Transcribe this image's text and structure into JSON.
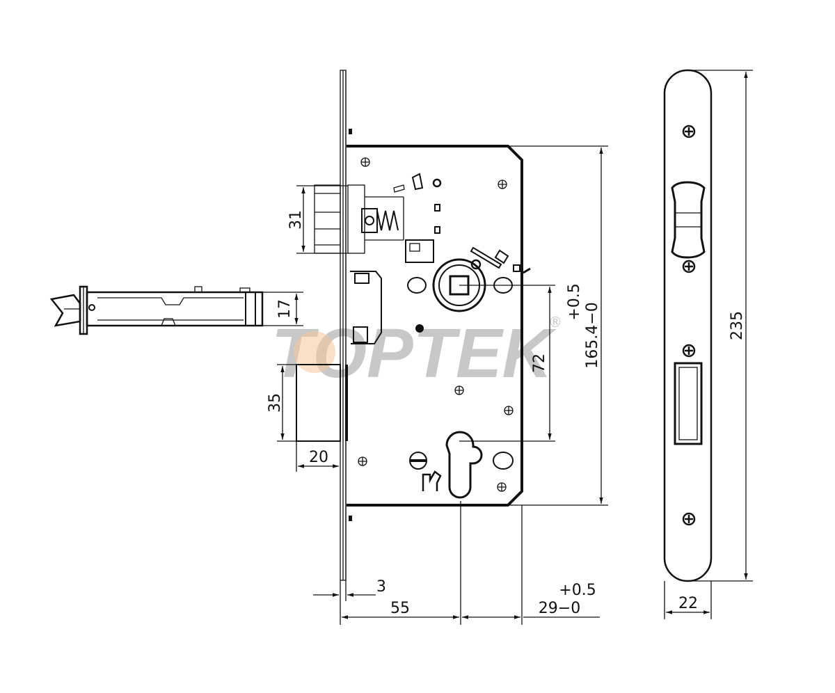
{
  "watermark": {
    "text": "TOPTEK",
    "registered_mark": "®",
    "color_text": "#c8c8c8",
    "color_accent": "#f6c79a"
  },
  "dimensions": {
    "latch_height": "31",
    "bolt_height": "17",
    "deadbolt_height": "35",
    "deadbolt_throw": "20",
    "center_distance": "72",
    "body_height_tol": "+0.5",
    "body_height": "165.4−0",
    "faceplate_thickness": "3",
    "backset": "55",
    "front_tol": "+0.5",
    "front_depth": "29−0",
    "faceplate_width": "22",
    "faceplate_height": "235"
  },
  "colors": {
    "line": "#111111",
    "background": "#ffffff"
  }
}
